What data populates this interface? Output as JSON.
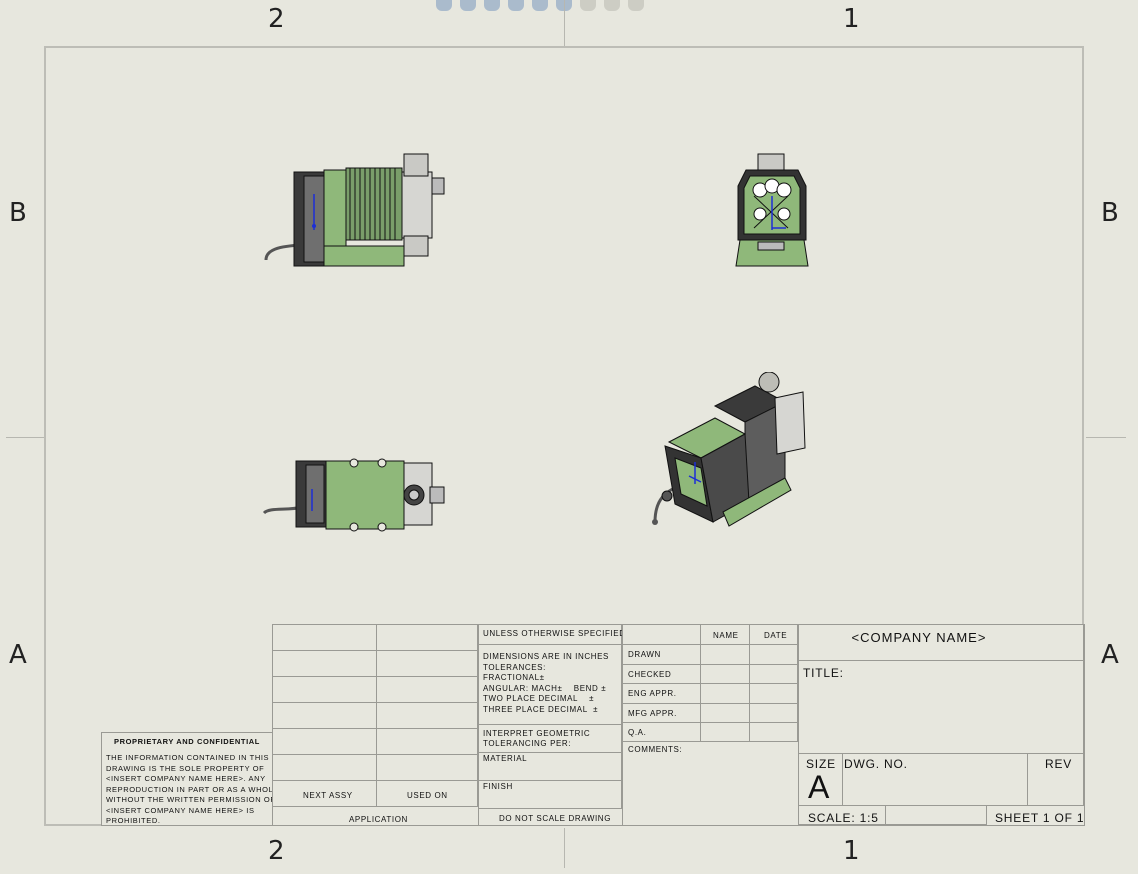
{
  "zones": {
    "top": [
      "2",
      "1"
    ],
    "bottom": [
      "2",
      "1"
    ],
    "left": [
      "B",
      "A"
    ],
    "right": [
      "B",
      "A"
    ]
  },
  "toolbar": {
    "icons": [
      "zoom-to-fit-icon",
      "zoom-area-icon",
      "zoom-in-out-icon",
      "pan-icon",
      "rotate-icon",
      "view-orientation-icon",
      "display-style-icon",
      "hide-show-icon",
      "appearance-icon"
    ]
  },
  "title_block": {
    "proprietary": {
      "heading": "PROPRIETARY AND CONFIDENTIAL",
      "lines": [
        "THE INFORMATION CONTAINED IN THIS",
        "DRAWING IS THE SOLE PROPERTY OF",
        "<INSERT COMPANY NAME HERE>. ANY",
        "REPRODUCTION IN PART OR AS A WHOLE",
        "WITHOUT THE WRITTEN PERMISSION OF",
        "<INSERT COMPANY NAME HERE> IS",
        "PROHIBITED."
      ]
    },
    "next_assy": "NEXT ASSY",
    "used_on": "USED ON",
    "application": "APPLICATION",
    "unless": "UNLESS OTHERWISE SPECIFIED:",
    "dimensions": [
      "DIMENSIONS ARE IN INCHES",
      "TOLERANCES:",
      "FRACTIONAL±",
      "ANGULAR: MACH±    BEND ±",
      "TWO PLACE DECIMAL    ±",
      "THREE PLACE DECIMAL  ±"
    ],
    "interpret": [
      "INTERPRET GEOMETRIC",
      "TOLERANCING PER:"
    ],
    "material": "MATERIAL",
    "finish": "FINISH",
    "do_not_scale": "DO NOT SCALE DRAWING",
    "name_header": "NAME",
    "date_header": "DATE",
    "rows": [
      "DRAWN",
      "CHECKED",
      "ENG APPR.",
      "MFG APPR.",
      "Q.A."
    ],
    "comments": "COMMENTS:",
    "company": "<COMPANY NAME>",
    "title_label": "TITLE:",
    "size_label": "SIZE",
    "size_value": "A",
    "dwg_no": "DWG. NO.",
    "rev": "REV",
    "scale": "SCALE: 1:5",
    "sheet": "SHEET 1 OF 1"
  },
  "views": [
    "front-view",
    "side-view",
    "top-view",
    "isometric-view"
  ],
  "colors": {
    "body_green": "#8fb87a",
    "dark": "#333333",
    "background": "#e7e7de"
  }
}
